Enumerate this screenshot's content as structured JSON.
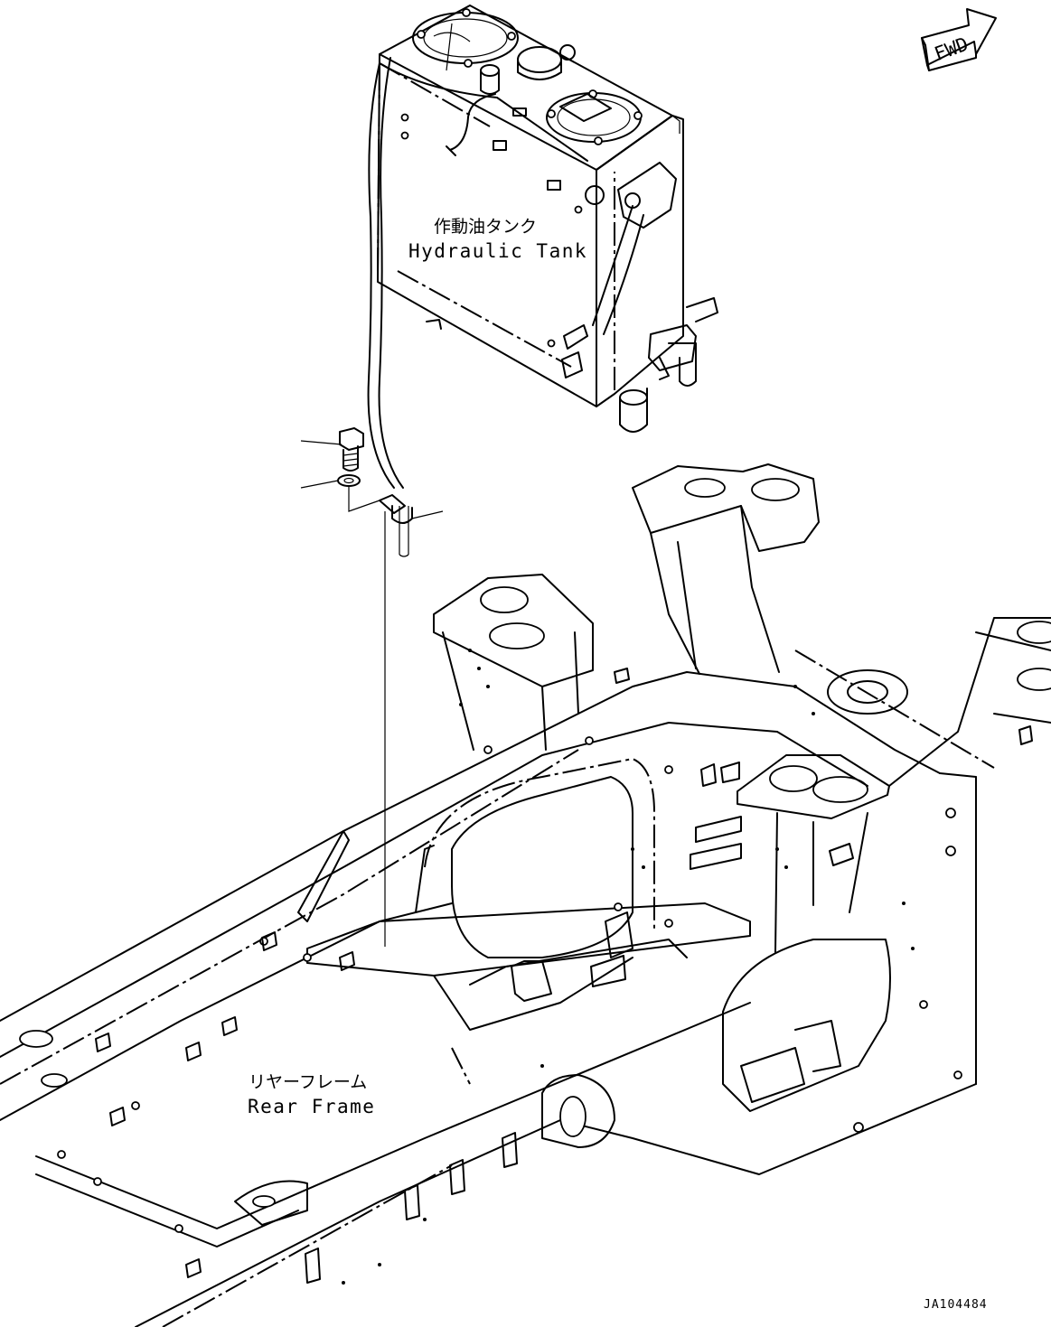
{
  "labels": {
    "hydraulic_tank_jp": "作動油タンク",
    "hydraulic_tank_en": "Hydraulic Tank",
    "rear_frame_jp": "リヤーフレーム",
    "rear_frame_en": "Rear Frame",
    "forward_arrow": "FWD",
    "drawing_code": "JA104484"
  }
}
